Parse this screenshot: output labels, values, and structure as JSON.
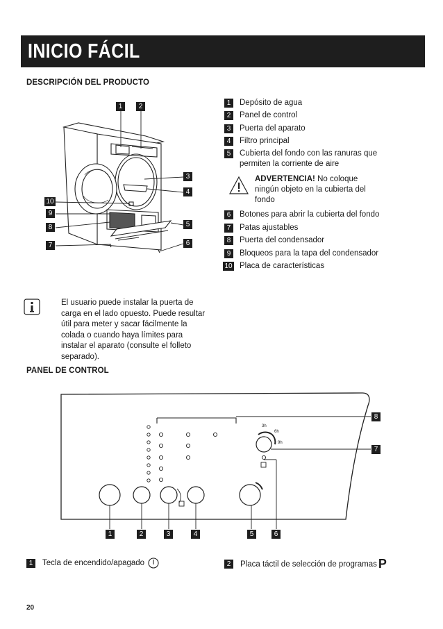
{
  "banner": {
    "title": "INICIO FÁCIL"
  },
  "section1": {
    "title": "DESCRIPCIÓN DEL PRODUCTO"
  },
  "parts": [
    {
      "num": "1",
      "label": "Depósito de agua"
    },
    {
      "num": "2",
      "label": "Panel de control"
    },
    {
      "num": "3",
      "label": "Puerta del aparato"
    },
    {
      "num": "4",
      "label": "Filtro principal"
    },
    {
      "num": "5",
      "label": "Cubierta del fondo con las ranuras que permiten la corriente de aire"
    },
    {
      "num": "6",
      "label": "Botones para abrir la cubierta del fondo"
    },
    {
      "num": "7",
      "label": "Patas ajustables"
    },
    {
      "num": "8",
      "label": "Puerta del condensador"
    },
    {
      "num": "9",
      "label": "Bloqueos para la tapa del condensador"
    },
    {
      "num": "10",
      "label": "Placa de características"
    }
  ],
  "warning": {
    "label": "ADVERTENCIA!",
    "text": " No coloque ningún objeto en la cubierta del fondo"
  },
  "info_note": {
    "text": "El usuario puede instalar la puerta de carga en el lado opuesto. Puede resultar útil para meter y sacar fácilmente la colada o cuando haya límites para instalar el aparato (consulte el folleto separado)."
  },
  "product_callouts": [
    "1",
    "2",
    "3",
    "4",
    "5",
    "6",
    "7",
    "8",
    "9",
    "10"
  ],
  "section2": {
    "title": "PANEL DE CONTROL"
  },
  "panel": {
    "callouts": [
      "1",
      "2",
      "3",
      "4",
      "5",
      "6",
      "7",
      "8"
    ],
    "dial_labels": {
      "t3h": "3h",
      "t6h": "6h",
      "t9h": "9h"
    }
  },
  "legend": [
    {
      "num": "1",
      "label": "Tecla de encendido/apagado"
    },
    {
      "num": "2",
      "label": "Placa táctil de selección de programas",
      "symbol": "P"
    }
  ],
  "page": {
    "number": "20"
  }
}
